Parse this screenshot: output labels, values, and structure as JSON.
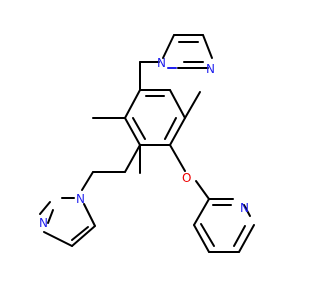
{
  "molecule": {
    "labels": [
      {
        "id": "n1",
        "text": "N",
        "color": "#2222ee"
      },
      {
        "id": "n2",
        "text": "N",
        "color": "#2222ee"
      },
      {
        "id": "n3",
        "text": "N",
        "color": "#2222ee"
      },
      {
        "id": "n4",
        "text": "N",
        "color": "#2222ee"
      },
      {
        "id": "n5",
        "text": "N",
        "color": "#2222ee"
      },
      {
        "id": "o1",
        "text": "O",
        "color": "#ee0000"
      }
    ]
  }
}
